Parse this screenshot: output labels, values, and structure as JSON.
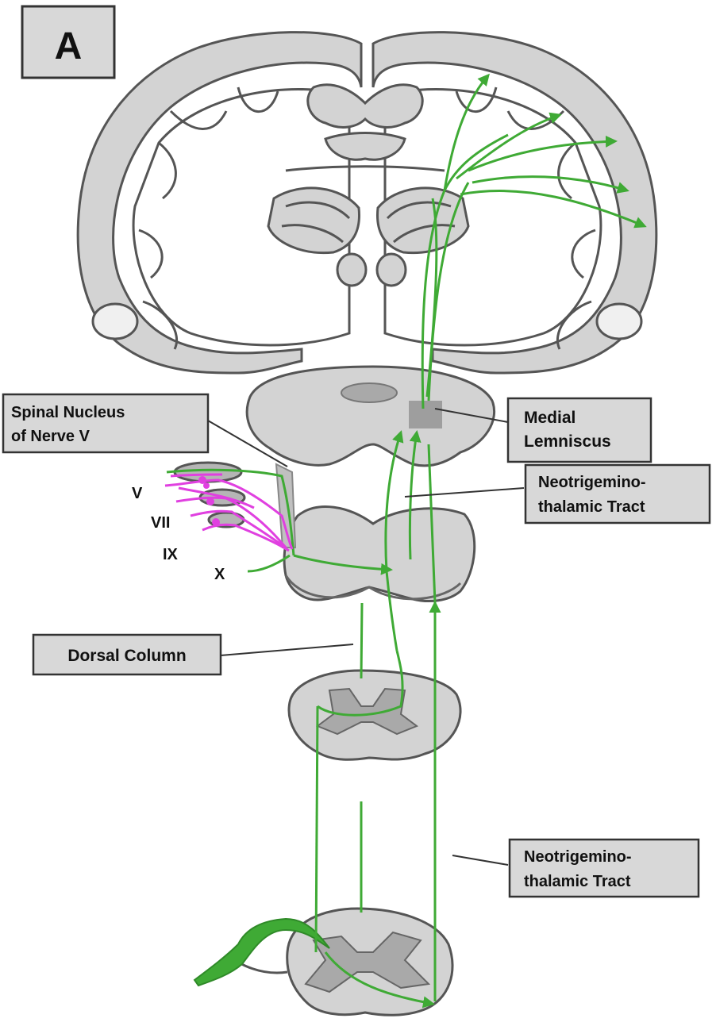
{
  "panel_label": "A",
  "labels": {
    "spinal_nucleus_line1": "Spinal Nucleus",
    "spinal_nucleus_line2": "of Nerve V",
    "medial_lemniscus_line1": "Medial",
    "medial_lemniscus_line2": "Lemniscus",
    "neotrigemino_upper_line1": "Neotrigemino-",
    "neotrigemino_upper_line2": "thalamic Tract",
    "dorsal_column": "Dorsal Column",
    "neotrigemino_lower_line1": "Neotrigemino-",
    "neotrigemino_lower_line2": "thalamic Tract"
  },
  "cranial_nerves": [
    "V",
    "VII",
    "IX",
    "X"
  ],
  "colors": {
    "tissue_fill": "#d3d3d3",
    "tissue_stroke": "#555555",
    "tract_green": "#3faa35",
    "nerve_magenta": "#e040e0",
    "label_box_fill": "#d8d8d8"
  }
}
